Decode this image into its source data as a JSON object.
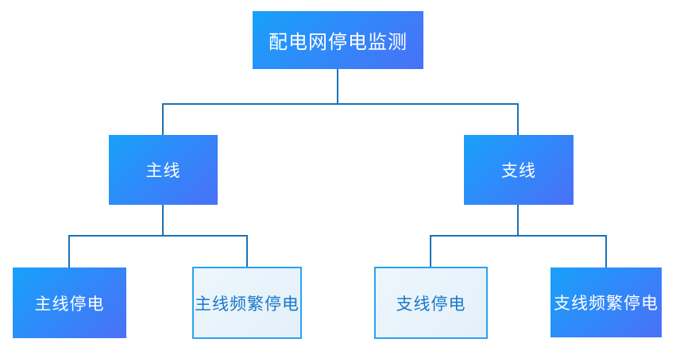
{
  "diagram": {
    "type": "tree",
    "title": "配电网停电监测",
    "colors": {
      "node_gradient_start": "#18a1fb",
      "node_gradient_end": "#4a70f7",
      "light_bg": "#e9f3fb",
      "light_border": "#2aa1ef",
      "light_text": "#1878cb",
      "connector": "#1b72b8"
    },
    "nodes": {
      "root": {
        "label": "配电网停电监测",
        "style": "solid",
        "children": [
          "main",
          "branch"
        ]
      },
      "main": {
        "label": "主线",
        "style": "solid",
        "children": [
          "main_outage",
          "main_frequent"
        ]
      },
      "branch": {
        "label": "支线",
        "style": "solid",
        "children": [
          "branch_outage",
          "branch_frequent"
        ]
      },
      "main_outage": {
        "label": "主线停电",
        "style": "solid",
        "children": []
      },
      "main_frequent": {
        "label": "主线频繁停电",
        "style": "light",
        "children": []
      },
      "branch_outage": {
        "label": "支线停电",
        "style": "light",
        "children": []
      },
      "branch_frequent": {
        "label": "支线频繁停电",
        "style": "solid",
        "children": []
      }
    }
  }
}
